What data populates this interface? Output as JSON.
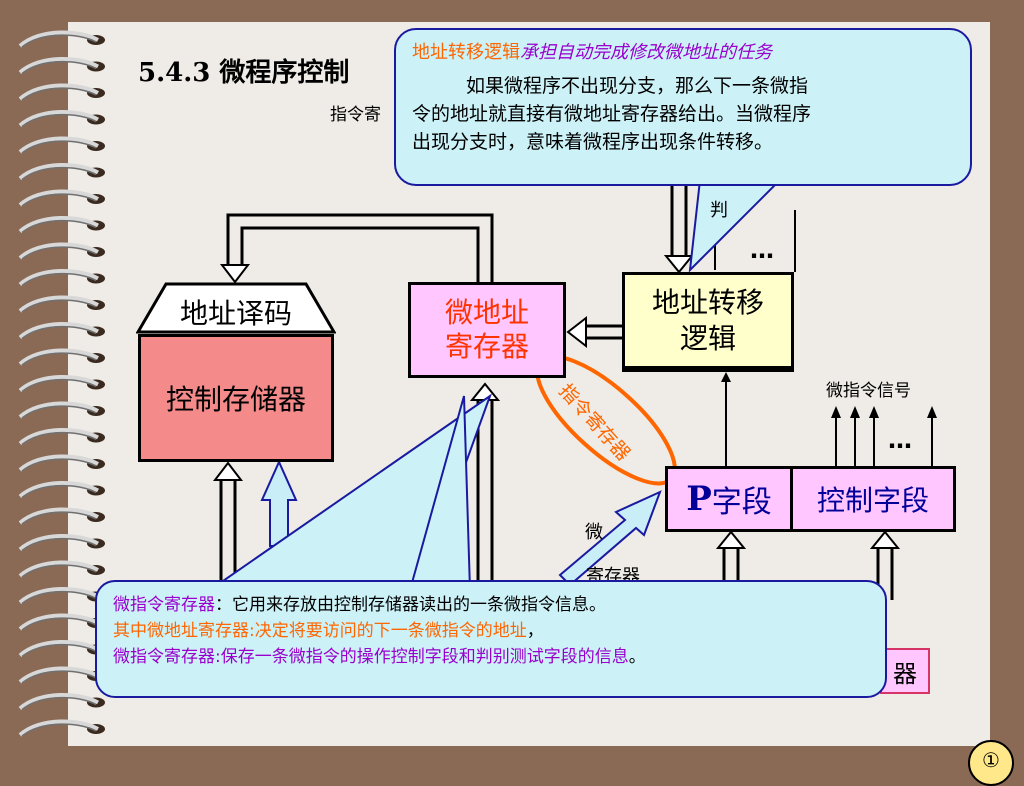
{
  "header": {
    "title": "5.4.3 微程序控制",
    "subtitle": "指令寄"
  },
  "callout_top": {
    "lead_orange": "地址转移逻辑",
    "lead_purple": "承担自动完成修改微地址的任务",
    "body": "如果微程序不出现分支，那么下一条微指令的地址就直接有微地址寄存器给出。当微程序出现分支时，意味着微程序出现条件转移。",
    "line1": "如果微程序不出现分支，那么下一条微指",
    "line2": "令的地址就直接有微地址寄存器给出。当微程序",
    "line3": "出现分支时，意味着微程序出现条件转移。"
  },
  "blocks": {
    "addr_decode": "地址译码",
    "control_store": "控制存储器",
    "micro_addr_reg_l1": "微地址",
    "micro_addr_reg_l2": "寄存器",
    "addr_transfer_l1": "地址转移",
    "addr_transfer_l2": "逻辑",
    "p_field_p": "P",
    "p_field_rest": "字段",
    "control_field": "控制字段",
    "bottom_reg_tail": "器"
  },
  "labels": {
    "micro_signal": "微指令信号",
    "ellipsis_top": "…",
    "ellipsis_right": "…",
    "rotated_reg": "指令寄存器",
    "partial_bian": "判",
    "partial_wei": "微",
    "partial_cun": "寄存器"
  },
  "callout_bottom": {
    "l1_purple": "微指令寄存器",
    "l1_black": "：它用来存放由控制存储器读出的一条微指令信息。",
    "l2_orange": "其中微地址寄存器:决定将要访问的下一条微指令的地址",
    "l2_black": "，",
    "l3_purple": "微指令寄存器:保存一条微指令的操作控制字段和判别测试字段的信息",
    "l3_black": "。"
  },
  "page_badge": "①",
  "colors": {
    "control_store_fill": "#f48a8a",
    "micro_reg_fill": "#ffc6ff",
    "micro_reg_text": "#ff3300",
    "addr_transfer_fill": "#ffffcc",
    "callout_fill": "#ccf2f8",
    "callout_border": "#1a1aa0",
    "purple": "#9900cc",
    "orange": "#ff6600",
    "dark_blue": "#000099"
  }
}
